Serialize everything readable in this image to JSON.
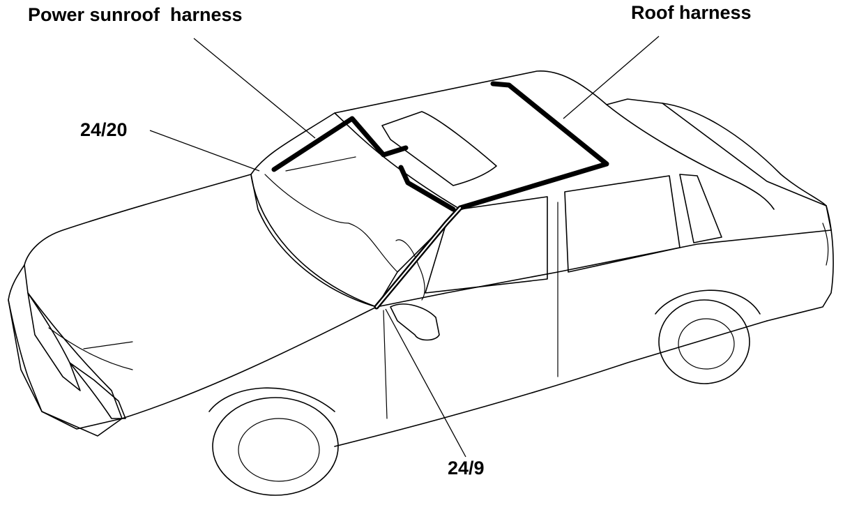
{
  "labels": {
    "power_sunroof_harness": "Power sunroof  harness",
    "roof_harness": "Roof harness",
    "connector_24_20": "24/20",
    "connector_24_9": "24/9"
  },
  "colors": {
    "line": "#000000",
    "background": "#ffffff"
  }
}
